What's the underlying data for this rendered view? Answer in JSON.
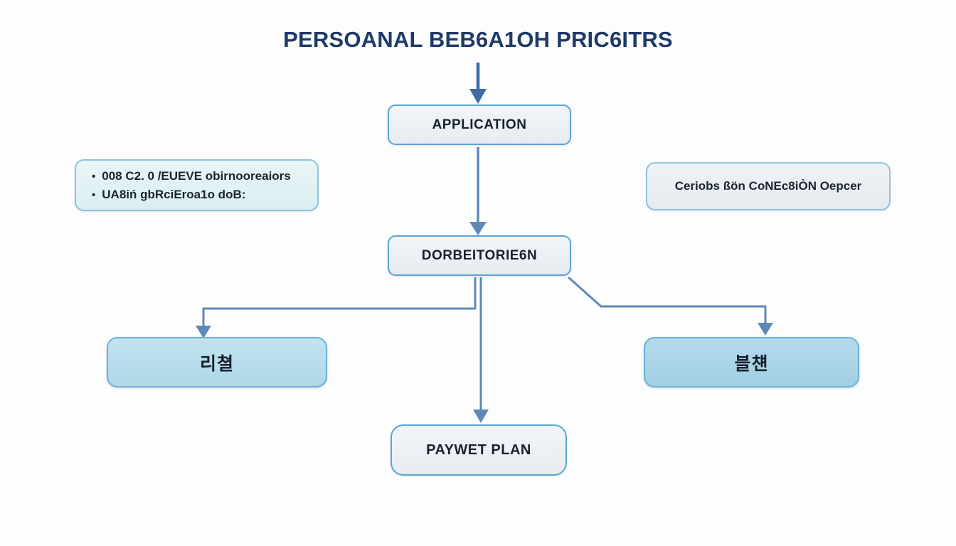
{
  "title": {
    "text": "PERSOANAL BEB6A1OH PRIC6ITRS"
  },
  "nodes": {
    "application": {
      "label": "APPLICATION"
    },
    "center": {
      "label": "DORBEITORIE6N"
    },
    "bottom_left": {
      "label": "리쳘"
    },
    "bottom_right": {
      "label": "블첀"
    },
    "payment": {
      "label": "PAYWET PLAN"
    }
  },
  "notes": {
    "bullet_char": "•",
    "left": {
      "bullets": [
        "008 C2. 0 /EUEVE obirnooreaiors",
        "UA8iń gbRciEroa1o doB:"
      ]
    },
    "right": {
      "text": "Ceriobs ßön CoNEc8iÒN Oepcer"
    }
  },
  "colors": {
    "page_bg": "#fdfdfe",
    "title_text": "#1e3a68",
    "arrow_dark": "#3e6ca3",
    "arrow": "#5e89b7",
    "node_border": "#5ba6d2",
    "node_fill": "#e8ecf1",
    "note_left_fill": "#d9eef1",
    "note_border": "#8fc5da",
    "blue_fill": "#aed7e9",
    "blue_fill_dark": "#a0cfe3",
    "blue_border": "#6db1d5"
  }
}
